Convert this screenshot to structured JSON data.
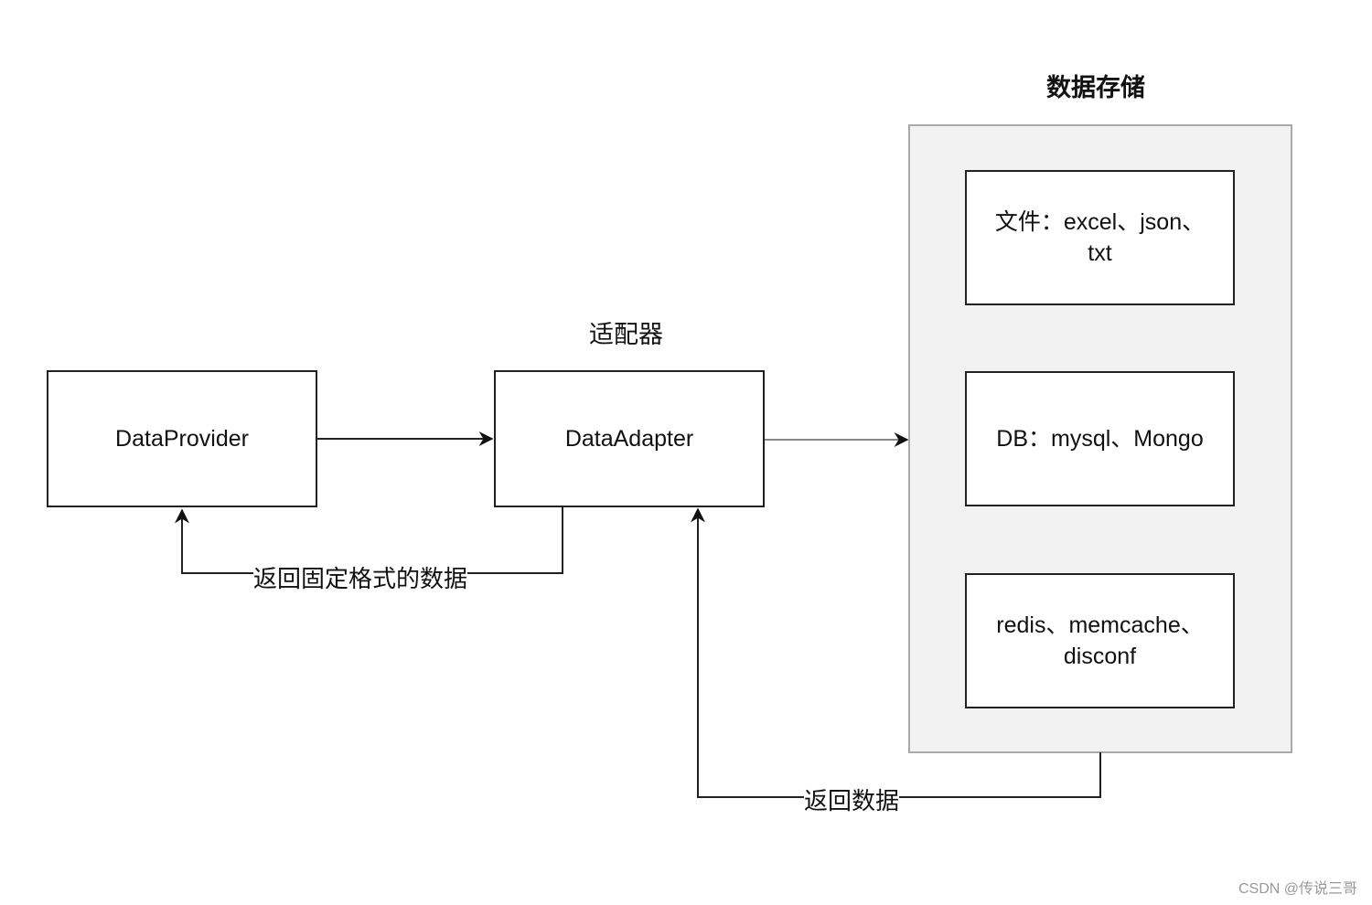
{
  "storage": {
    "title": "数据存储",
    "items": [
      {
        "line1": "文件：excel、json、",
        "line2": "txt"
      },
      {
        "line1": "DB：mysql、Mongo",
        "line2": ""
      },
      {
        "line1": "redis、memcache、",
        "line2": "disconf"
      }
    ],
    "container_color": "#f2f2f2"
  },
  "adapter": {
    "title": "适配器",
    "label": "DataAdapter"
  },
  "provider": {
    "label": "DataProvider"
  },
  "edges": {
    "return_fixed": "返回固定格式的数据",
    "return_data": "返回数据"
  },
  "watermark": "CSDN @传说三哥"
}
